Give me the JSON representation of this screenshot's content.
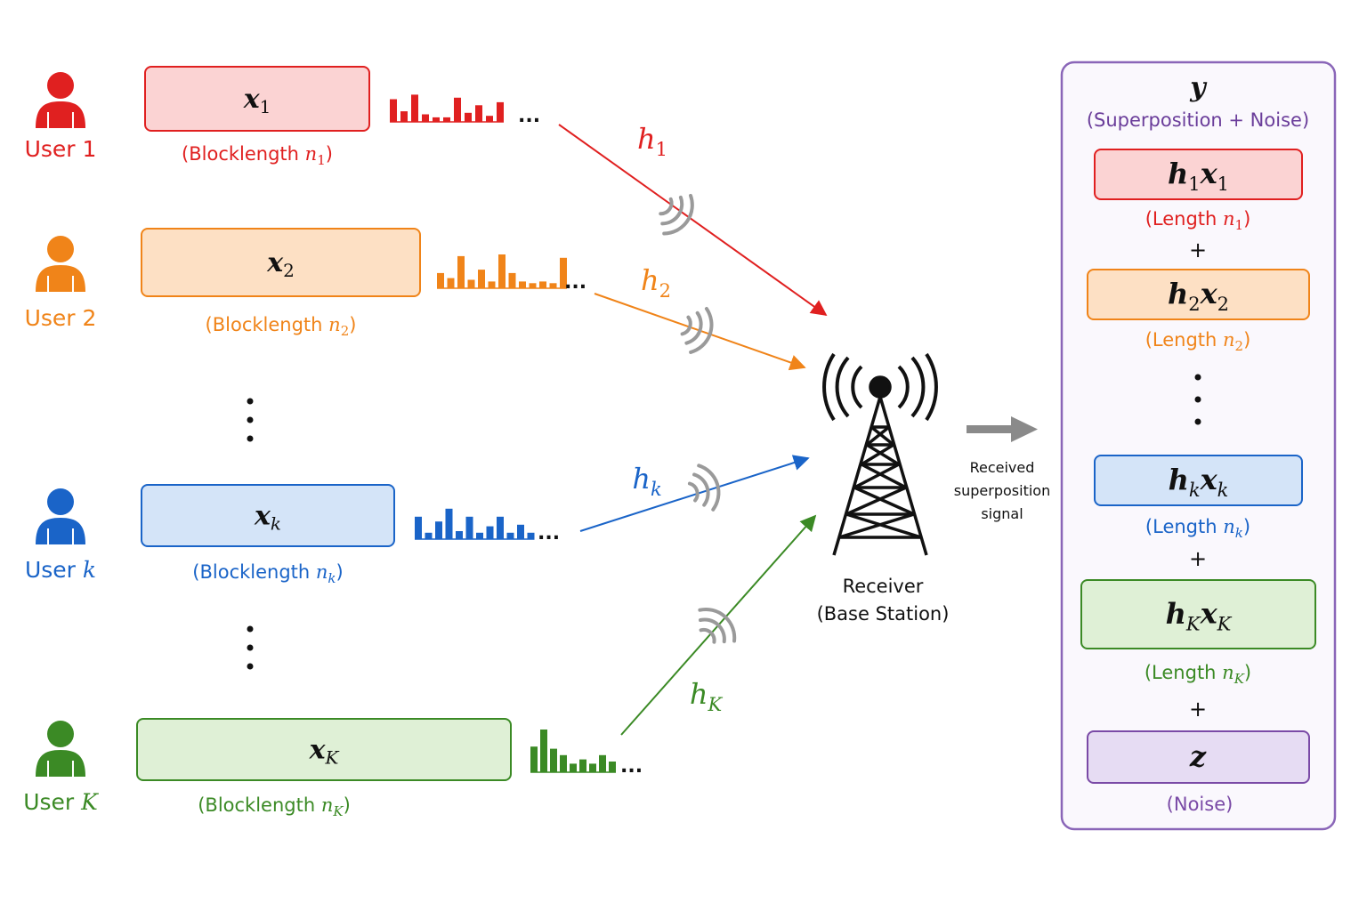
{
  "colors": {
    "user1": "#e02020",
    "user1_fill": "#fbd3d3",
    "user2": "#f08419",
    "user2_fill": "#fde0c4",
    "userk": "#1a64c8",
    "userk_fill": "#d4e4f8",
    "userK": "#3b8a25",
    "userK_fill": "#dff0d6",
    "noise": "#7a4aa6",
    "noise_fill": "#e6dcf3",
    "panel_border": "#8a66b8",
    "panel_fill": "#faf8fd",
    "gray": "#9a9a9a",
    "black": "#111111"
  },
  "users": [
    {
      "label": "User",
      "idx": "1",
      "idx_italic": false,
      "block_var": "x",
      "block_sub": "1",
      "block_sub_italic": false,
      "bl_text": "(Blocklength ",
      "bl_var": "n",
      "bl_sub": "1",
      "bl_sub_italic": false,
      "bl_close": ")",
      "channel_var": "h",
      "channel_sub": "1",
      "channel_sub_italic": false,
      "icon": "user-icon",
      "bars": [
        0.75,
        0.35,
        0.9,
        0.25,
        0.15,
        0.15,
        0.8,
        0.3,
        0.55,
        0.2,
        0.65
      ]
    },
    {
      "label": "User",
      "idx": "2",
      "idx_italic": false,
      "block_var": "x",
      "block_sub": "2",
      "block_sub_italic": false,
      "bl_text": "(Blocklength ",
      "bl_var": "n",
      "bl_sub": "2",
      "bl_sub_italic": false,
      "bl_close": ")",
      "channel_var": "h",
      "channel_sub": "2",
      "channel_sub_italic": false,
      "icon": "user-icon",
      "bars": [
        0.45,
        0.3,
        0.95,
        0.25,
        0.55,
        0.2,
        1.0,
        0.45,
        0.2,
        0.15,
        0.2,
        0.15,
        0.9
      ]
    },
    {
      "label": "User",
      "idx": "k",
      "idx_italic": true,
      "block_var": "x",
      "block_sub": "k",
      "block_sub_italic": true,
      "bl_text": "(Blocklength ",
      "bl_var": "n",
      "bl_sub": "k",
      "bl_sub_italic": true,
      "bl_close": ")",
      "channel_var": "h",
      "channel_sub": "k",
      "channel_sub_italic": true,
      "icon": "user-icon",
      "bars": [
        0.7,
        0.2,
        0.55,
        0.95,
        0.25,
        0.7,
        0.2,
        0.4,
        0.7,
        0.2,
        0.45,
        0.2
      ]
    },
    {
      "label": "User",
      "idx": "K",
      "idx_italic": true,
      "block_var": "x",
      "block_sub": "K",
      "block_sub_italic": true,
      "bl_text": "(Blocklength ",
      "bl_var": "n",
      "bl_sub": "K",
      "bl_sub_italic": true,
      "bl_close": ")",
      "channel_var": "h",
      "channel_sub": "K",
      "channel_sub_italic": true,
      "icon": "user-icon",
      "bars": [
        0.6,
        1.0,
        0.55,
        0.4,
        0.2,
        0.3,
        0.2,
        0.4,
        0.25
      ]
    }
  ],
  "ellipsis": "...",
  "receiver": {
    "line1": "Receiver",
    "line2": "(Base Station)",
    "icon": "tower-icon"
  },
  "received_note": [
    "Received",
    "superposition",
    "signal"
  ],
  "output": {
    "title_var": "y",
    "subtitle": "(Superposition + Noise)",
    "plus": "+",
    "terms": [
      {
        "h": "h",
        "hs": "1",
        "hs_italic": false,
        "x": "x",
        "xs": "1",
        "xs_italic": false,
        "len_text": "(Length ",
        "len_var": "n",
        "len_sub": "1",
        "len_sub_italic": false,
        "len_close": ")"
      },
      {
        "h": "h",
        "hs": "2",
        "hs_italic": false,
        "x": "x",
        "xs": "2",
        "xs_italic": false,
        "len_text": "(Length ",
        "len_var": "n",
        "len_sub": "2",
        "len_sub_italic": false,
        "len_close": ")"
      },
      {
        "h": "h",
        "hs": "k",
        "hs_italic": true,
        "x": "x",
        "xs": "k",
        "xs_italic": true,
        "len_text": "(Length ",
        "len_var": "n",
        "len_sub": "k",
        "len_sub_italic": true,
        "len_close": ")"
      },
      {
        "h": "h",
        "hs": "K",
        "hs_italic": true,
        "x": "x",
        "xs": "K",
        "xs_italic": true,
        "len_text": "(Length ",
        "len_var": "n",
        "len_sub": "K",
        "len_sub_italic": true,
        "len_close": ")"
      }
    ],
    "noise": {
      "var": "z",
      "label": "(Noise)"
    }
  }
}
